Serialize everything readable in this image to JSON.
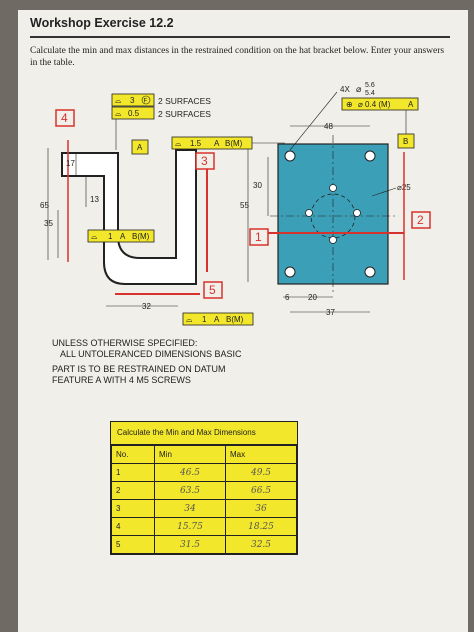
{
  "header": {
    "title": "Workshop Exercise 12.2",
    "instructions": "Calculate the min and max distances in the restrained condition on the hat bracket below. Enter your answers in the table."
  },
  "drawing": {
    "callouts": [
      "4",
      "3",
      "1",
      "5",
      "2"
    ],
    "fcf_surface_1": {
      "value": "3",
      "modifier": "F",
      "note": "2 SURFACES"
    },
    "fcf_surface_2": {
      "value": "0.5",
      "note": "2 SURFACES"
    },
    "fcf_profile_top": [
      "1.5",
      "A",
      "B(M)"
    ],
    "fcf_profile_left": [
      "1",
      "A",
      "B(M)"
    ],
    "fcf_profile_bottom": [
      "1",
      "A",
      "B(M)"
    ],
    "datum_a": "A",
    "datum_b": "B",
    "hole_callout_count": "4X",
    "hole_dia_max": "5.6",
    "hole_dia_min": "5.4",
    "hole_position_fcf": [
      "⌀ 0.4 (M)",
      "A"
    ],
    "dimensions": {
      "d17": "17",
      "d13": "13",
      "d65": "65",
      "d35": "35",
      "d32": "32",
      "d30": "30",
      "d55": "55",
      "d48": "48",
      "d25": "⌀25",
      "d6": "6",
      "d20": "20",
      "d37": "37"
    }
  },
  "notes": {
    "lines": [
      "UNLESS OTHERWISE SPECIFIED:",
      "ALL UNTOLERANCED DIMENSIONS BASIC",
      "PART IS TO BE RESTRAINED ON DATUM",
      "FEATURE A WITH 4 M5 SCREWS"
    ]
  },
  "table": {
    "title": "Calculate the Min and Max Dimensions",
    "columns": [
      "No.",
      "Min",
      "Max"
    ],
    "rows": [
      {
        "no": "1",
        "min": "46.5",
        "max": "49.5"
      },
      {
        "no": "2",
        "min": "63.5",
        "max": "66.5"
      },
      {
        "no": "3",
        "min": "34",
        "max": "36"
      },
      {
        "no": "4",
        "min": "15.75",
        "max": "18.25"
      },
      {
        "no": "5",
        "min": "31.5",
        "max": "32.5"
      }
    ]
  },
  "colors": {
    "callout_red": "#d8322e",
    "fcf_yellow": "#f2e72a",
    "plate_blue": "#3c9fb8",
    "ink": "#222222"
  }
}
